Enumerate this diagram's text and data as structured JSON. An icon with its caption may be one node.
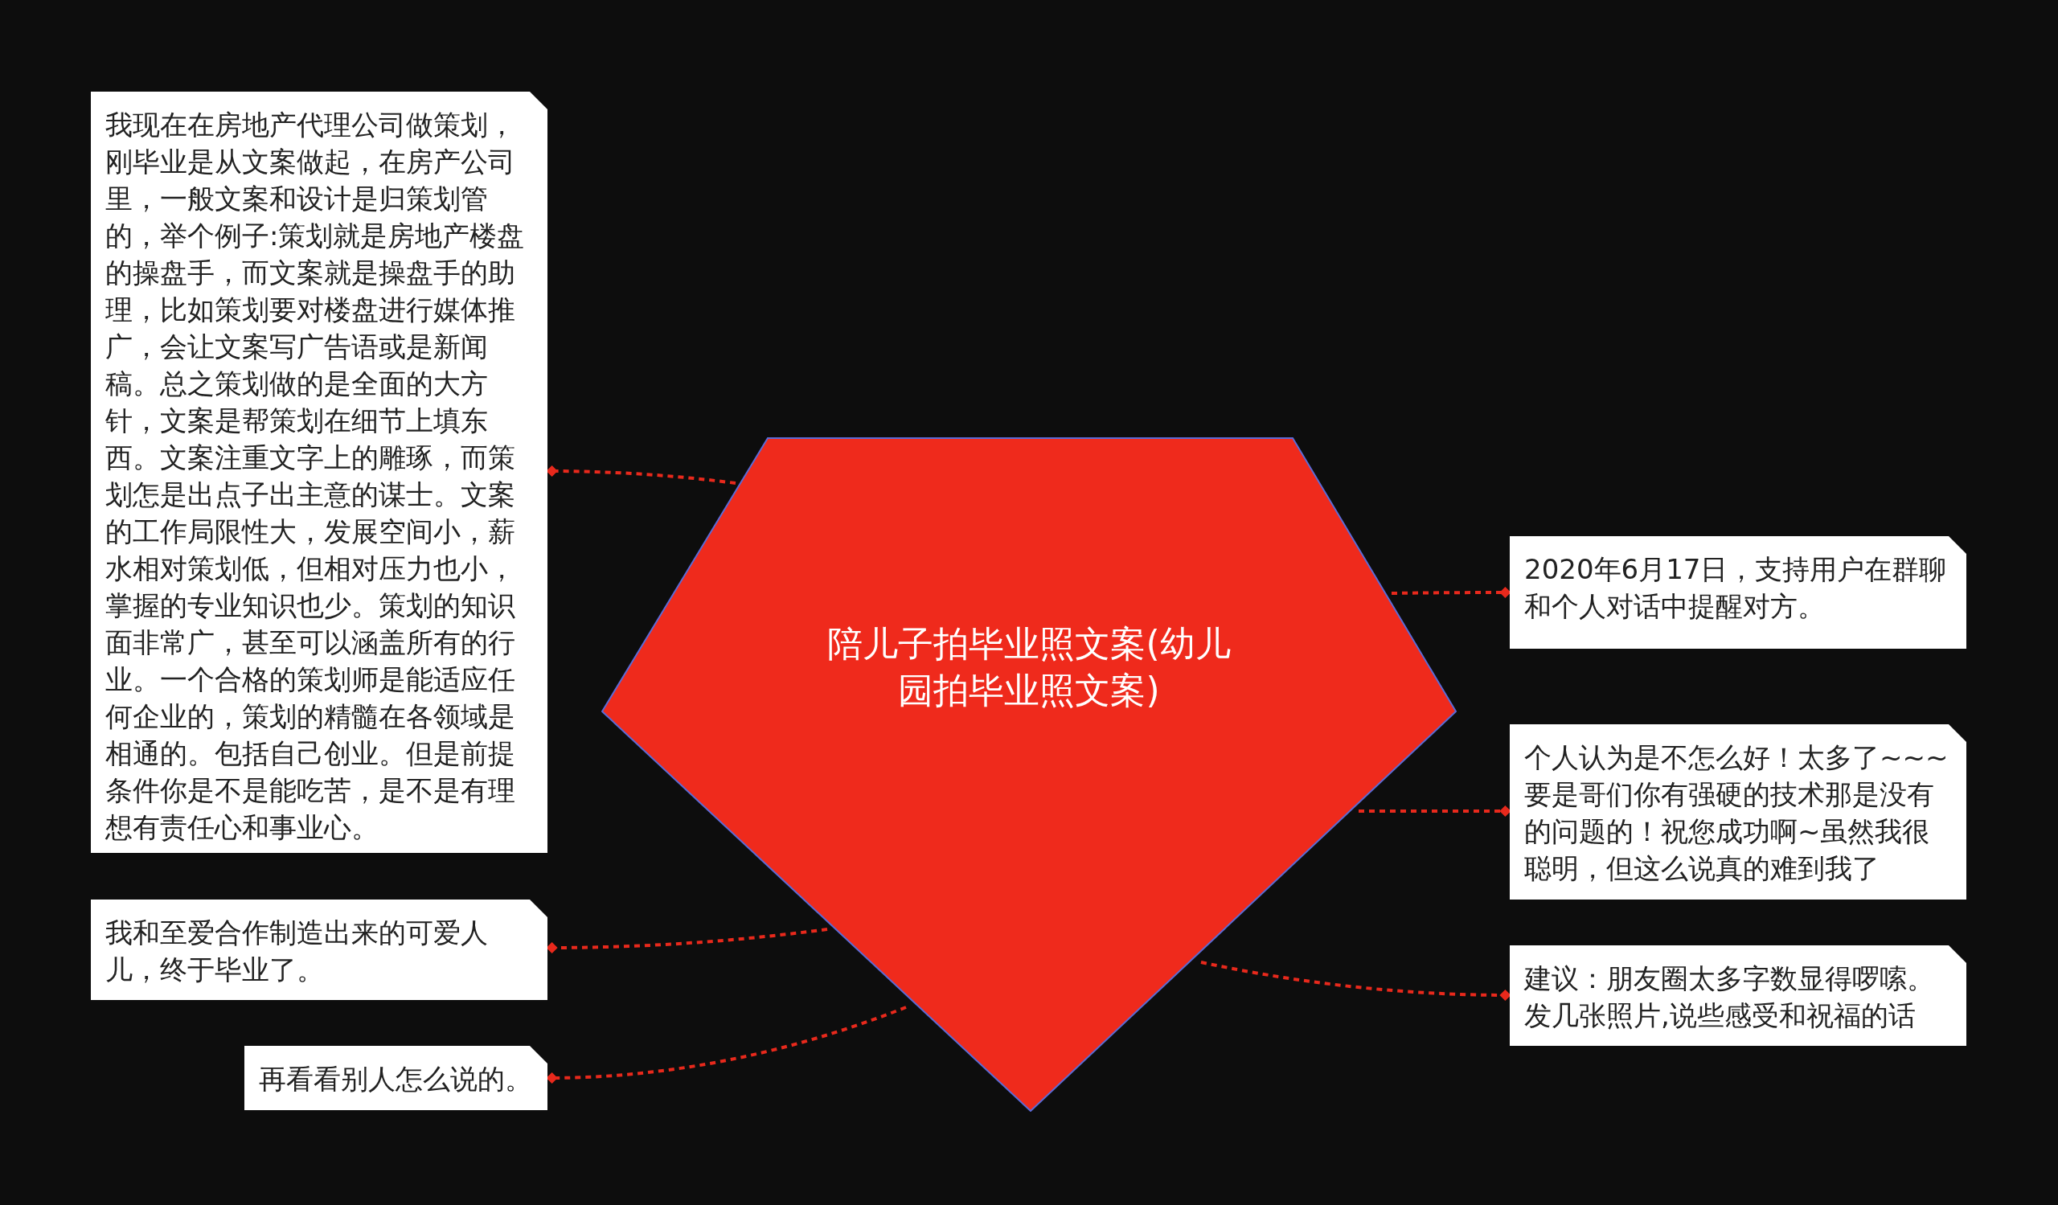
{
  "diagram": {
    "nodes": [
      {
        "text": [
          "陪儿子拍毕业照文案(幼儿园拍毕业照文案)"
        ]
      },
      {
        "text": [
          "我现在在房地产代理公司做策划，刚毕业是从文案做起，在房产公司里，一般文案和设计是归策划管的，举个例子:策划就是房地产楼盘的操盘手，而文案就是操盘手的助理，比如策划要对楼盘进行媒体推广，会让文案写广告语或是新闻稿。总之策划做的是全面的大方针，文案是帮策划在细节上填东西。文案注重文字上的雕琢，而策划怎是出点子出主意的谋士。文案的工作局限性大，发展空间小，薪水相对策划低，但相对压力也小，掌握的专业知识也少。策划的知识面非常广，甚至可以涵盖所有的行业。一个合格的策划师是能适应任何企业的，策划的精髓在各领域是相通的。包括自己创业。但是前提条件你是不是能吃苦，是不是有理想有责任心和事业心。"
        ]
      },
      {
        "text": [
          "我和至爱合作制造出来的可爱人儿，终于毕业了。"
        ]
      },
      {
        "text": [
          "再看看别人怎么说的。"
        ]
      },
      {
        "text": [
          "2020年6月17日，支持用户在群聊和个人对话中提醒对方。"
        ]
      },
      {
        "text": [
          "个人认为是不怎么好！太多了~~~要是哥们你有强硬的技术那是没有的问题的！祝您成功啊~虽然我很聪明，但这么说真的难到我了"
        ]
      },
      {
        "text": [
          "建议：朋友圈太多字数显得啰嗦。发几张照片,说些感受和祝福的话"
        ]
      }
    ],
    "edges": [
      {
        "from": 0,
        "to": 1,
        "arrow": "other",
        "style": "dashed"
      },
      {
        "from": 0,
        "to": 2,
        "arrow": "other",
        "style": "dashed"
      },
      {
        "from": 0,
        "to": 3,
        "arrow": "other",
        "style": "dashed"
      },
      {
        "from": 0,
        "to": 4,
        "arrow": "other",
        "style": "dashed"
      },
      {
        "from": 0,
        "to": 5,
        "arrow": "other",
        "style": "dashed"
      },
      {
        "from": 0,
        "to": 6,
        "arrow": "other",
        "style": "dashed"
      }
    ]
  }
}
